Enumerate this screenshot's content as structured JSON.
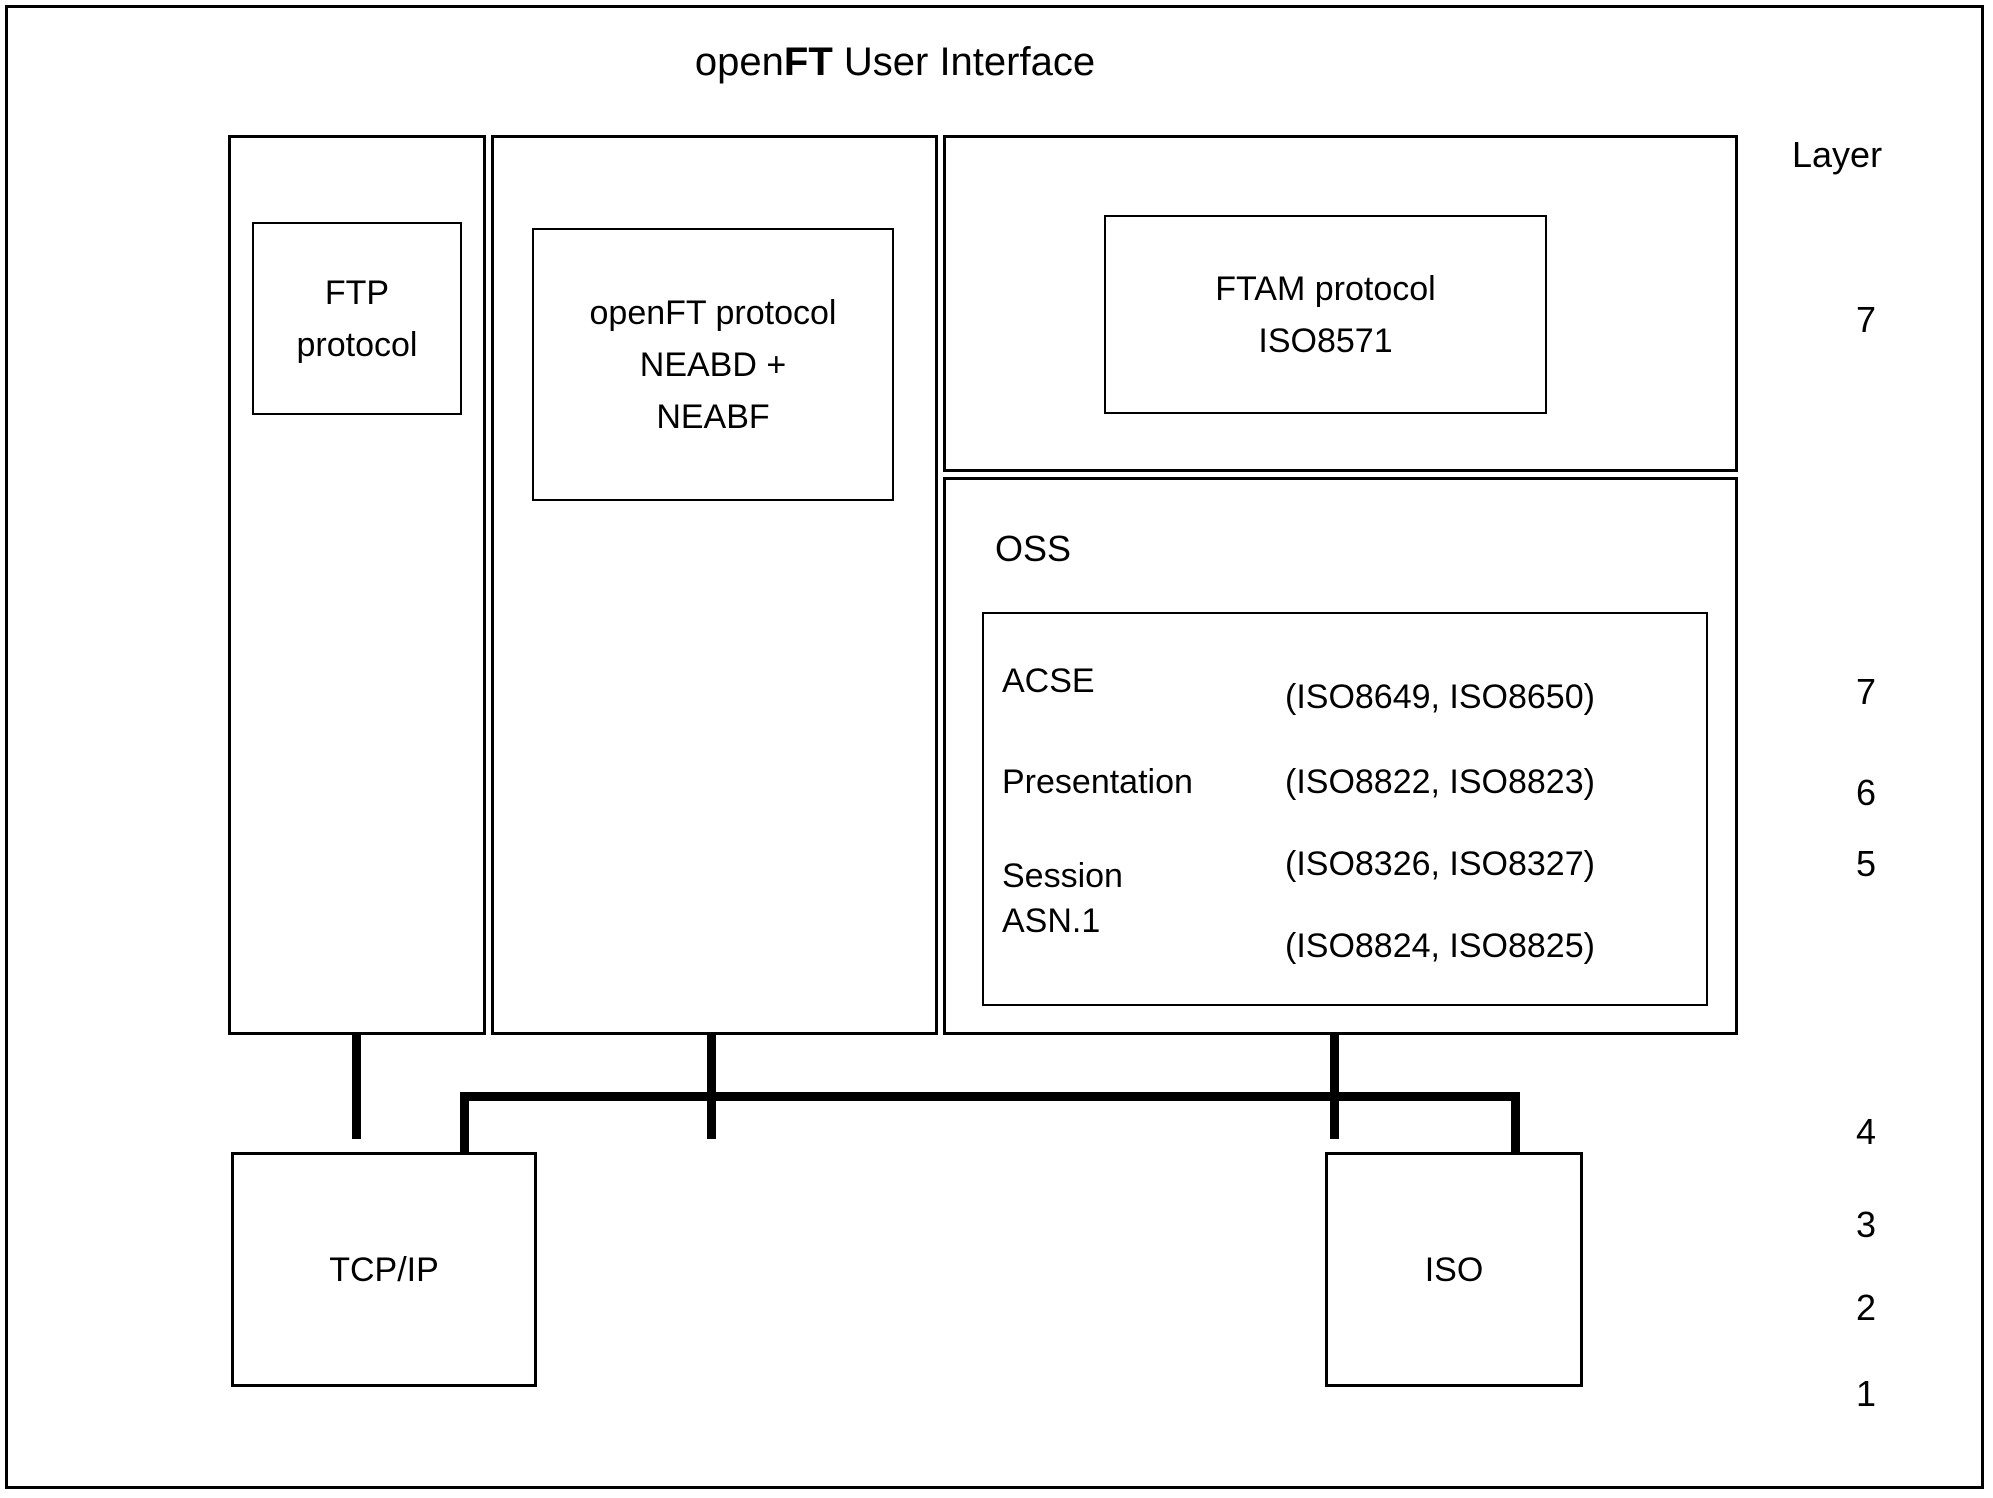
{
  "title": {
    "prefix": "open",
    "bold": "FT",
    "suffix": " User Interface"
  },
  "columns": {
    "ftp": {
      "protocol_box": {
        "line1": "FTP",
        "line2": "protocol"
      }
    },
    "openft": {
      "protocol_box": {
        "line1": "openFT protocol",
        "line2": "NEABD +",
        "line3": "NEABF"
      }
    },
    "ftam": {
      "protocol_box": {
        "line1": "FTAM protocol",
        "line2": "ISO8571"
      }
    },
    "oss": {
      "label": "OSS",
      "rows": [
        {
          "name": "ACSE",
          "standards": "(ISO8649, ISO8650)"
        },
        {
          "name": "Presentation",
          "standards": "(ISO8822, ISO8823)"
        },
        {
          "name": "Session",
          "standards": "(ISO8326, ISO8327)"
        },
        {
          "name": "ASN.1",
          "standards": "(ISO8824, ISO8825)"
        }
      ]
    }
  },
  "bottom": {
    "tcpip": "TCP/IP",
    "iso": "ISO"
  },
  "layers": {
    "header": "Layer",
    "numbers": [
      "7",
      "7",
      "6",
      "5",
      "4",
      "3",
      "2",
      "1"
    ]
  },
  "colors": {
    "stroke": "#000000",
    "background": "#ffffff"
  }
}
